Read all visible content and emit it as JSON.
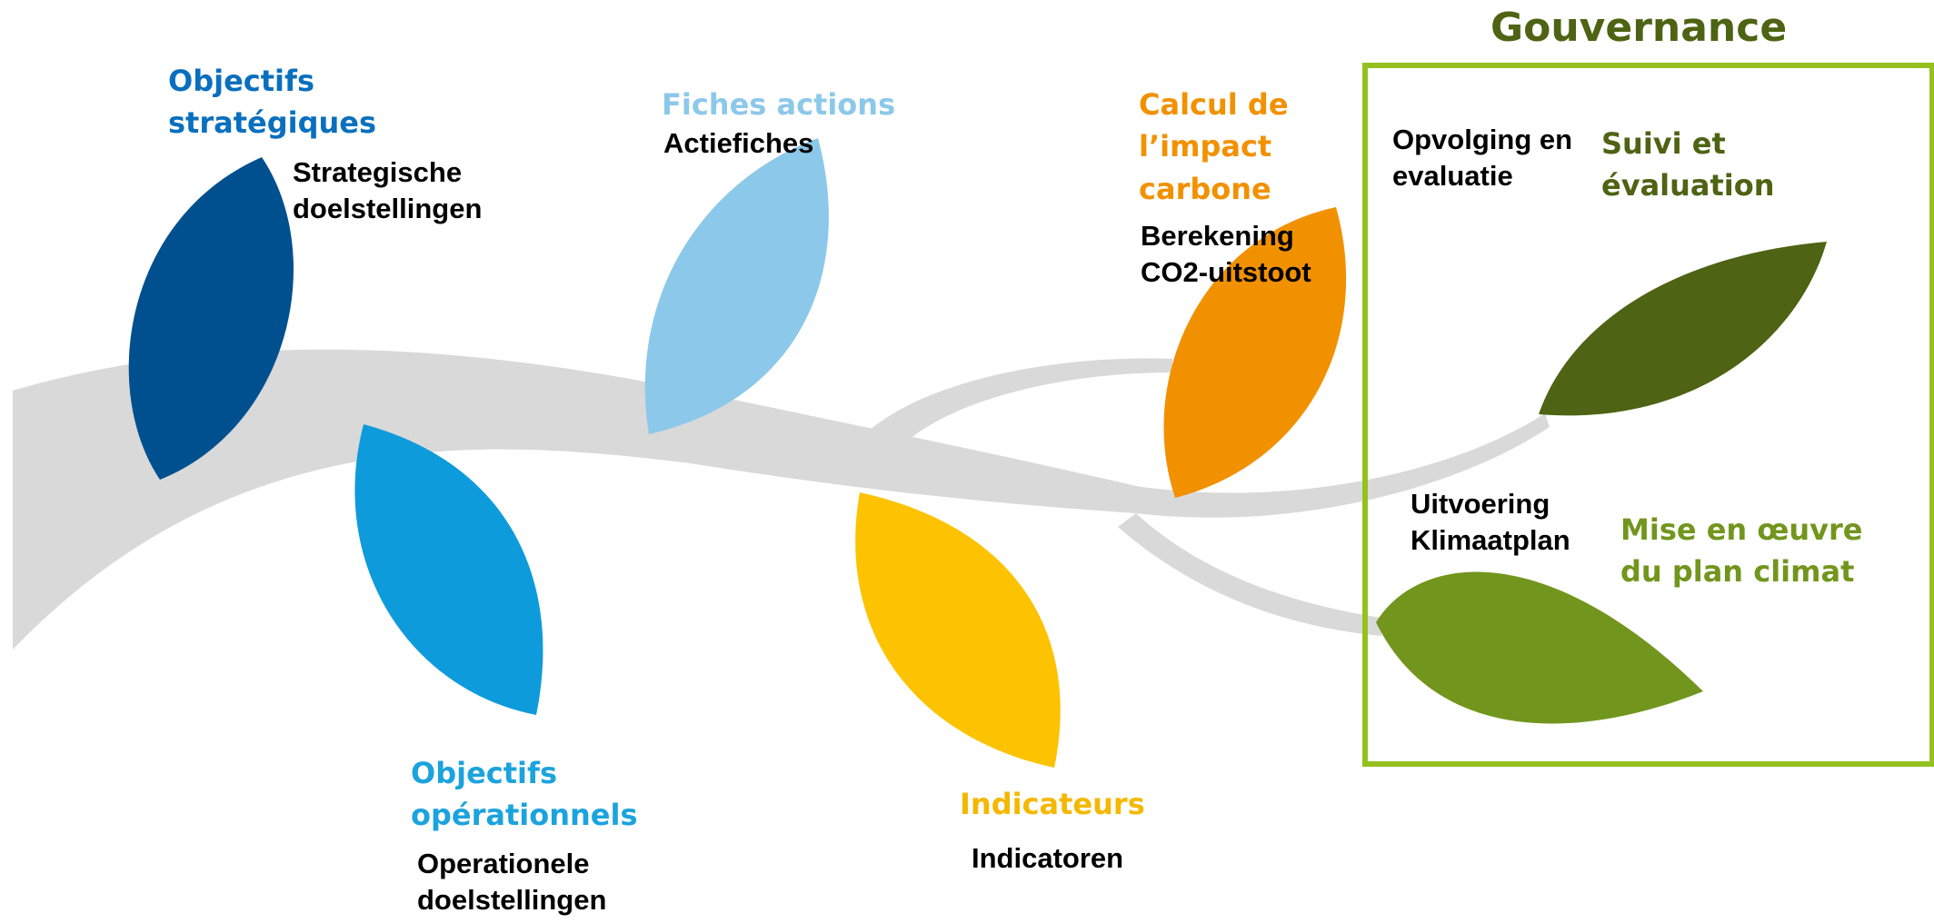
{
  "colors": {
    "branch": "#d9d9d9",
    "dark_blue": "#00508f",
    "light_blue": "#8cc8ea",
    "orange": "#f29100",
    "dark_green": "#4e6313",
    "mid_blue": "#0e9bdb",
    "yellow": "#fdc300",
    "light_green": "#72961d",
    "frame": "#94c11f",
    "gov_title": "#4e6313"
  },
  "governance": {
    "title": "Gouvernance"
  },
  "leaves": {
    "objectifs_strategiques": {
      "fr": "Objectifs\nstratégiques",
      "nl": "Strategische\ndoelstellingen",
      "color": "#0a6fbe"
    },
    "objectifs_operationnels": {
      "fr": "Objectifs\nopérationnels",
      "nl": "Operationele\ndoelstellingen",
      "color": "#1ba3de"
    },
    "fiches_actions": {
      "fr": "Fiches actions",
      "nl": "Actiefiches",
      "color": "#8cc8ea"
    },
    "indicateurs": {
      "fr": "Indicateurs",
      "nl": "Indicatoren",
      "color": "#f5b800"
    },
    "calcul_impact": {
      "fr": "Calcul de\nl’impact\ncarbone",
      "nl": "Berekening\nCO2-uitstoot",
      "color": "#f29100"
    },
    "suivi_evaluation": {
      "fr": "Suivi et\névaluation",
      "nl": "Opvolging en\nevaluatie",
      "color": "#4e6313"
    },
    "mise_en_oeuvre": {
      "fr": "Mise en œuvre\ndu plan climat",
      "nl": "Uitvoering\nKlimaatplan",
      "color": "#72961d"
    }
  }
}
